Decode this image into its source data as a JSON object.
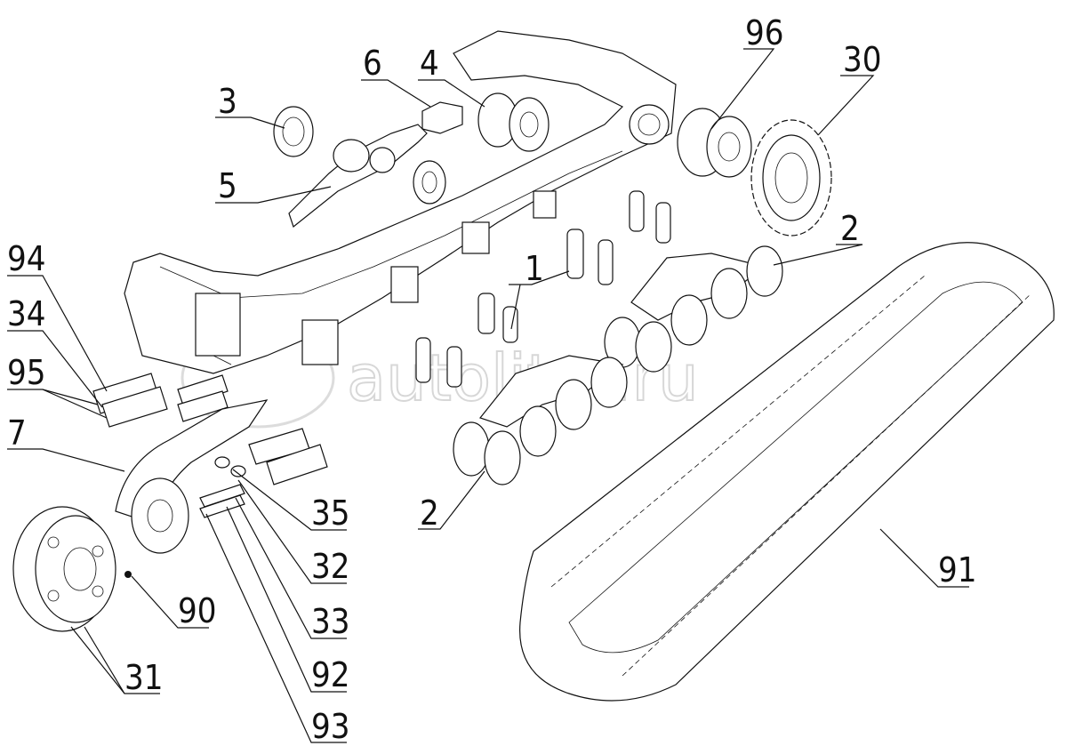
{
  "watermark": "autoliter.ru",
  "callouts": {
    "c1": "1",
    "c2a": "2",
    "c2b": "2",
    "c3": "3",
    "c4": "4",
    "c5": "5",
    "c6": "6",
    "c7": "7",
    "c30": "30",
    "c31": "31",
    "c32": "32",
    "c33": "33",
    "c34": "34",
    "c35": "35",
    "c90": "90",
    "c91": "91",
    "c92": "92",
    "c93": "93",
    "c94": "94",
    "c95": "95",
    "c96": "96"
  }
}
